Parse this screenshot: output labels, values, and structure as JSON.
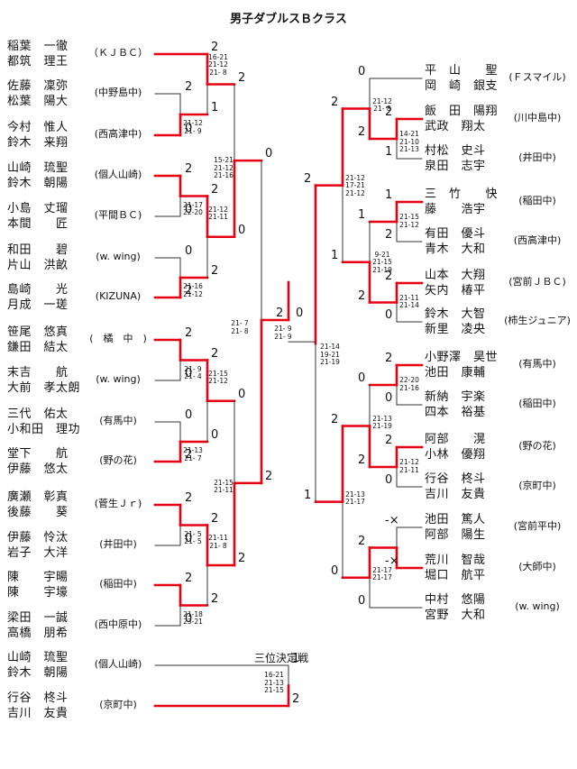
{
  "title": "男子ダブルスＢクラス",
  "third_place_title": "三位決定戦",
  "left_teams": [
    {
      "p1": "稲葉　一徹",
      "p2": "都筑　理王",
      "club": "（ＫＪＢＣ）"
    },
    {
      "p1": "佐藤　凜弥",
      "p2": "松葉　陽大",
      "club": "(中野島中)"
    },
    {
      "p1": "今村　惟人",
      "p2": "鈴木　来翔",
      "club": "(西高津中)"
    },
    {
      "p1": "山崎　琉聖",
      "p2": "鈴木　朝陽",
      "club": "(個人山崎)"
    },
    {
      "p1": "小島　丈瑠",
      "p2": "本間　　匠",
      "club": "(平間ＢＣ)"
    },
    {
      "p1": "和田　　碧",
      "p2": "片山　洪畝",
      "club": "(w. wing)"
    },
    {
      "p1": "島崎　　光",
      "p2": "月成　一瑳",
      "club": "(KIZUNA)"
    },
    {
      "p1": "笹尾　悠真",
      "p2": "鎌田　結太",
      "club": "(　橘　中　)"
    },
    {
      "p1": "末吉　　航",
      "p2": "大前　孝太朗",
      "club": "(w. wing)"
    },
    {
      "p1": "三代　佑太",
      "p2": "小和田　理功",
      "club": "(有馬中)"
    },
    {
      "p1": "堂下　　航",
      "p2": "伊藤　悠太",
      "club": "(野の花)"
    },
    {
      "p1": "廣瀬　彰真",
      "p2": "後藤　　葵",
      "club": "(菅生Ｊｒ)"
    },
    {
      "p1": "伊藤　怜汰",
      "p2": "岩子　大洋",
      "club": "(井田中)"
    },
    {
      "p1": "陳　　宇暘",
      "p2": "陳　　宇壕",
      "club": "(稲田中)"
    },
    {
      "p1": "梁田　一誠",
      "p2": "高橋　朋希",
      "club": "(西中原中)"
    }
  ],
  "right_teams": [
    {
      "p1": "平　山　　聖",
      "p2": "岡　崎　銀支",
      "club": "(Ｆスマイル)"
    },
    {
      "p1": "飯　田　陽翔",
      "p2": "武政　翔太",
      "club": "(川中島中)"
    },
    {
      "p1": "村松　史斗",
      "p2": "泉田　志宇",
      "club": "(井田中)"
    },
    {
      "p1": "三　竹　　快",
      "p2": "藤　　浩宇",
      "club": "(稲田中)"
    },
    {
      "p1": "有田　優斗",
      "p2": "青木　大和",
      "club": "(西高津中)"
    },
    {
      "p1": "山本　大翔",
      "p2": "矢内　椿平",
      "club": "(宮前ＪＢＣ)"
    },
    {
      "p1": "鈴木　大智",
      "p2": "新里　凌央",
      "club": "(柿生ジュニア)"
    },
    {
      "p1": "小野澤　昊世",
      "p2": "池田　康輔",
      "club": "(有馬中)"
    },
    {
      "p1": "新納　宇楽",
      "p2": "四本　裕基",
      "club": "(稲田中)"
    },
    {
      "p1": "阿部　　滉",
      "p2": "小林　優翔",
      "club": "(野の花)"
    },
    {
      "p1": "行谷　柊斗",
      "p2": "吉川　友貴",
      "club": "(京町中)"
    },
    {
      "p1": "池田　篤人",
      "p2": "阿部　陽生",
      "club": "(宮前平中)"
    },
    {
      "p1": "荒川　智哉",
      "p2": "堀口　航平",
      "club": "(大師中)"
    },
    {
      "p1": "中村　悠陽",
      "p2": "宮野　大和",
      "club": "(w. wing)"
    }
  ],
  "third_place_teams": [
    {
      "p1": "山崎　琉聖",
      "p2": "鈴木　朝陽",
      "club": "(個人山崎)"
    },
    {
      "p1": "行谷　柊斗",
      "p2": "吉川　友貴",
      "club": "(京町中)"
    }
  ],
  "left_matches": [
    {
      "a": "2",
      "b": "0",
      "score": "21-12\n21- 9"
    },
    {
      "a": "2",
      "b": "1",
      "score": "16-21\n21-12\n21- 8"
    },
    {
      "a": "2",
      "b": "0",
      "score": "21-17\n22-20"
    },
    {
      "a": "0",
      "b": "2",
      "score": "21-16\n21-12"
    },
    {
      "a": "2",
      "b": "2",
      "score": "21-12\n21-11"
    },
    {
      "a": "2",
      "b": "0",
      "score": "15-21\n21-12\n21-16"
    },
    {
      "a": "2",
      "b": "0",
      "score": "21- 9\n21- 4"
    },
    {
      "a": "0",
      "b": "2",
      "score": "21-13\n21- 7"
    },
    {
      "a": "2",
      "b": "0",
      "score": "21-15\n21-12"
    },
    {
      "a": "2",
      "b": "0",
      "score": "21- 5\n21- 5"
    },
    {
      "a": "2",
      "b": "0",
      "score": "21-18\n23-21"
    },
    {
      "a": "2",
      "b": "2",
      "score": "21-11\n21- 8"
    },
    {
      "a": "0",
      "b": "2",
      "score": "21-15\n21-11"
    },
    {
      "a": "0",
      "b": "2",
      "score": "21- 7\n21- 8"
    }
  ],
  "right_matches": [
    {
      "a": "2",
      "b": "1",
      "score": "14-21\n21-10\n21-13"
    },
    {
      "a": "0",
      "b": "2",
      "score": "21-12\n21- 8"
    },
    {
      "a": "1",
      "b": "2",
      "score": "21-15\n21-12"
    },
    {
      "a": "2",
      "b": "0",
      "score": "21-11\n21-14"
    },
    {
      "a": "1",
      "b": "2",
      "score": "9-21\n21-15\n21-19"
    },
    {
      "a": "2",
      "b": "1",
      "score": "21-12\n17-21\n21-12"
    },
    {
      "a": "2",
      "b": "0",
      "score": "22-20\n21-16"
    },
    {
      "a": "2",
      "b": "0",
      "score": "21-12\n21-11"
    },
    {
      "a": "0",
      "b": "2",
      "score": "21-13\n21-19"
    },
    {
      "a": "-×",
      "b": "-×",
      "score": ""
    },
    {
      "a": "2",
      "b": "0",
      "score": "21-17\n21-17"
    },
    {
      "a": "2",
      "b": "0",
      "score": "21-13\n21-17"
    },
    {
      "a": "2",
      "b": "1",
      "score": "21-14\n19-21\n21-19"
    }
  ],
  "final_match": {
    "left": "2",
    "right": "0",
    "score": "21- 9\n21- 9"
  },
  "third_place_match": {
    "a": "1",
    "b": "2",
    "score": "16-21\n21-13\n21-15"
  },
  "colors": {
    "win": "#e60012",
    "line": "#333333"
  }
}
